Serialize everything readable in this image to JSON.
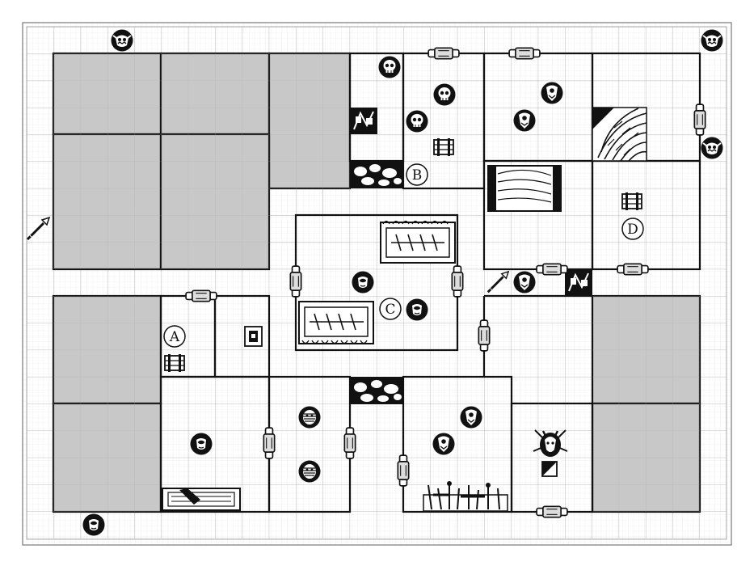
{
  "map": {
    "grid": {
      "cols": 26,
      "rows": 19
    },
    "colors": {
      "grid_line": "#b9b9b9",
      "wall": "#111111",
      "blocked": "#c8c8c8",
      "token": "#111111",
      "furniture_fill": "#eeeeee",
      "rubble": "#111111"
    },
    "letters": [
      "A",
      "B",
      "C",
      "D"
    ]
  }
}
